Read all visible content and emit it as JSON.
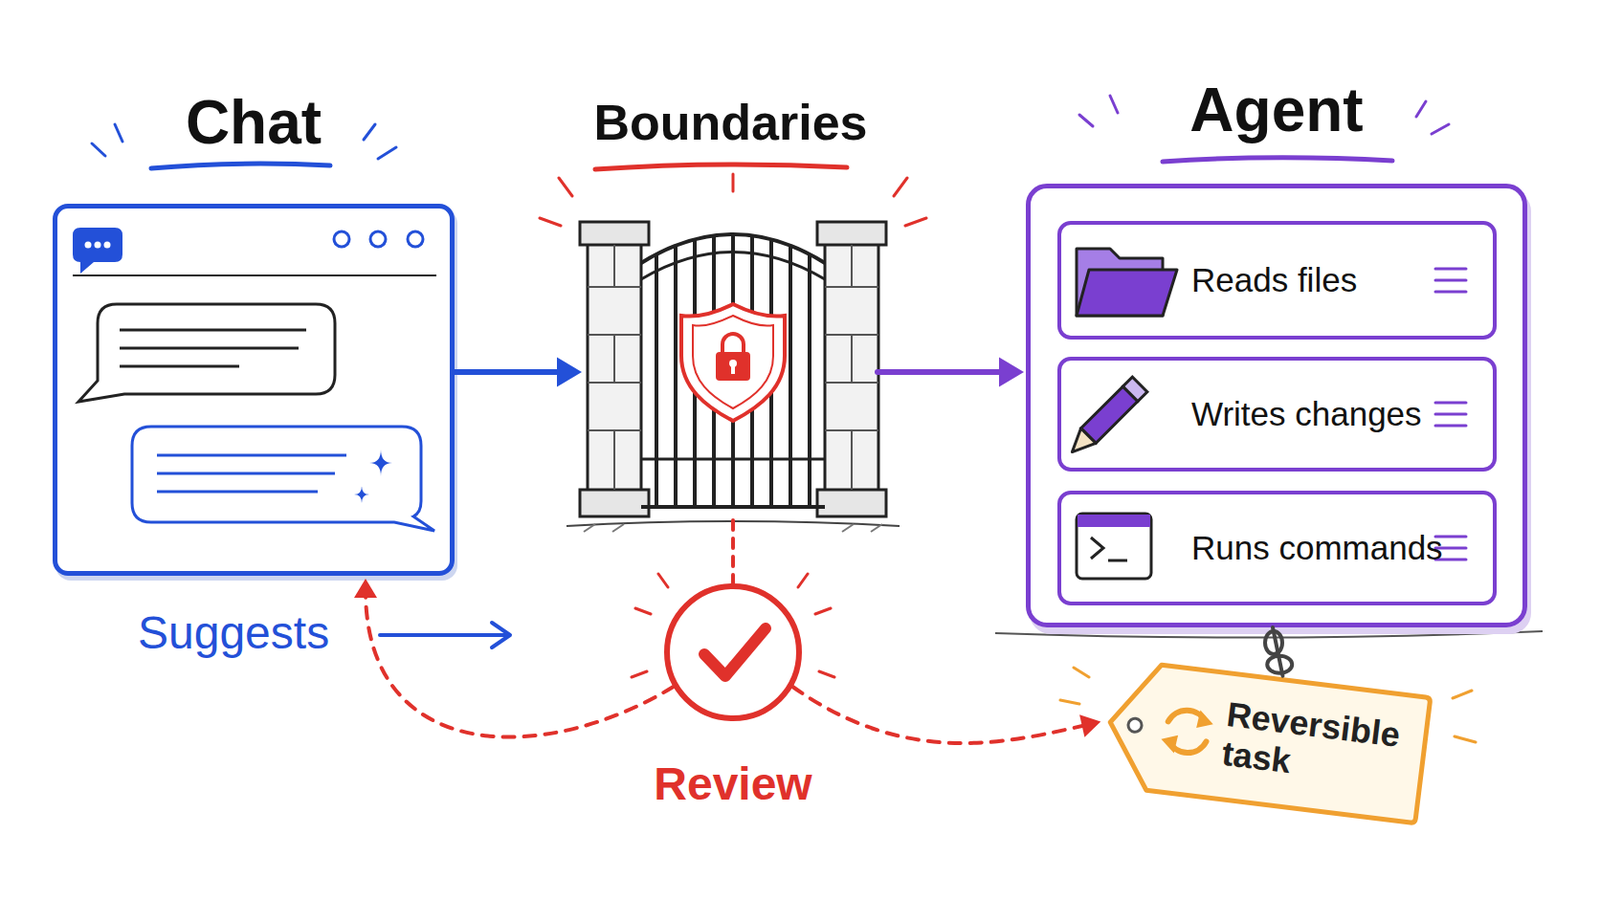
{
  "diagram": {
    "nodes": [
      {
        "text": [
          "Chat"
        ]
      },
      {
        "text": [
          "Boundaries"
        ]
      },
      {
        "text": [
          "Agent"
        ]
      },
      {
        "text": [
          "Reads files"
        ],
        "in": 2
      },
      {
        "text": [
          "Writes changes"
        ],
        "in": 2
      },
      {
        "text": [
          "Runs commands"
        ],
        "in": 2
      },
      {
        "text": [
          "Review"
        ]
      },
      {
        "text": [
          "Reversible task"
        ]
      }
    ],
    "edges": [
      {
        "from": 0,
        "to": 1,
        "arrow": "to"
      },
      {
        "from": 1,
        "to": 2,
        "arrow": "to"
      },
      {
        "from": 1,
        "to": 6,
        "arrow": "none"
      },
      {
        "from": 6,
        "to": 0,
        "arrow": "to"
      },
      {
        "from": 6,
        "to": 7,
        "arrow": "to"
      },
      {
        "from": 2,
        "to": 7,
        "arrow": "none"
      }
    ],
    "labels": [
      "Suggests"
    ]
  }
}
